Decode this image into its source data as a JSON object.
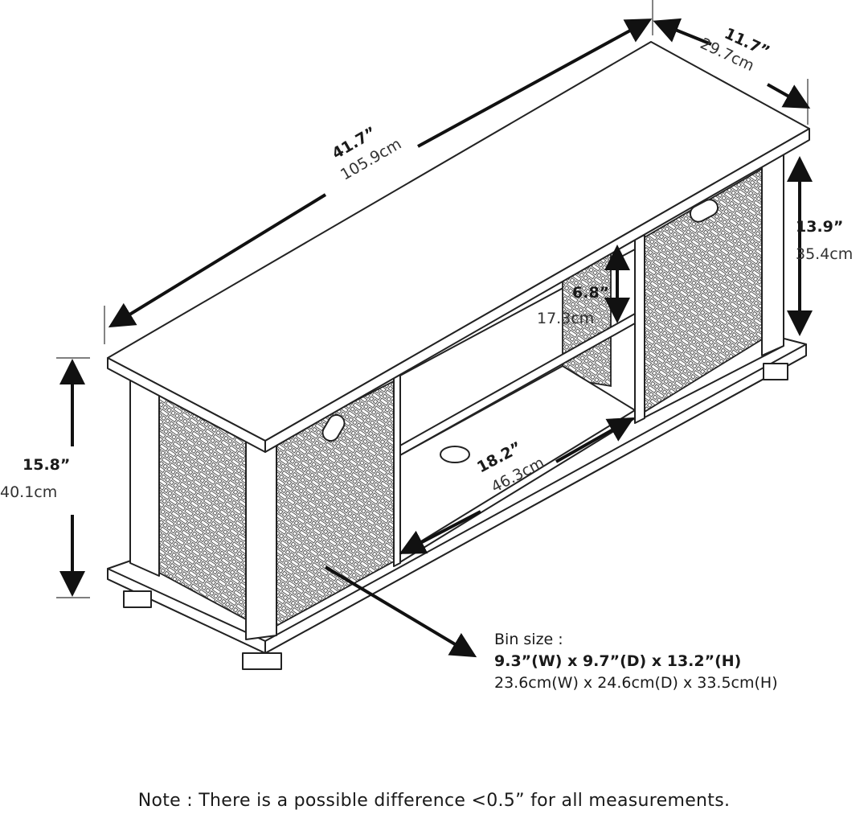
{
  "dimensions": {
    "length": {
      "inches": "41.7”",
      "cm": "105.9cm"
    },
    "depth": {
      "inches": "11.7”",
      "cm": "29.7cm"
    },
    "side_height": {
      "inches": "13.9”",
      "cm": "35.4cm"
    },
    "shelf_height": {
      "inches": "6.8”",
      "cm": "17.3cm"
    },
    "total_height": {
      "inches": "15.8”",
      "cm": "40.1cm"
    },
    "opening_width": {
      "inches": "18.2”",
      "cm": "46.3cm"
    }
  },
  "bin": {
    "label": "Bin size :",
    "inches": "9.3”(W) x 9.7”(D) x 13.2”(H)",
    "cm": "23.6cm(W) x 24.6cm(D) x 33.5cm(H)"
  },
  "note": "Note : There is a possible difference <0.5” for all measurements."
}
